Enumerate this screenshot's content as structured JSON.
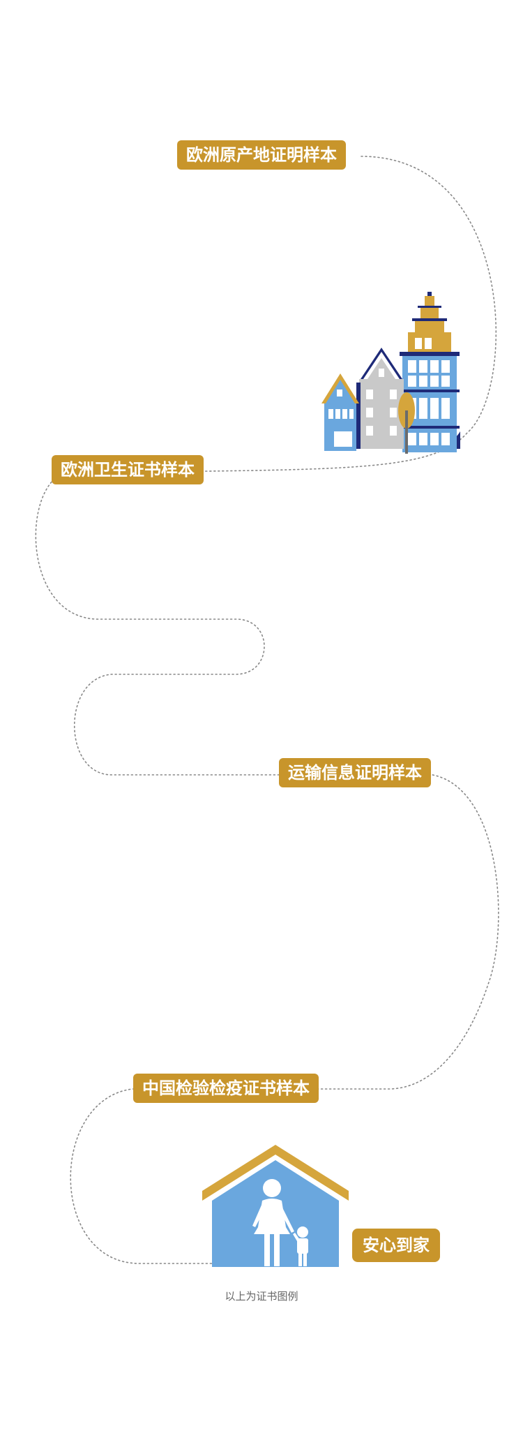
{
  "steps": [
    {
      "label": "欧洲原产地证明样本"
    },
    {
      "label": "欧洲卫生证书样本"
    },
    {
      "label": "运输信息证明样本"
    },
    {
      "label": "中国检验检疫证书样本"
    },
    {
      "label": "安心到家"
    }
  ],
  "caption": "以上为证书图例",
  "colors": {
    "tag_gold": "#c8952b",
    "house_blue": "#6aa7de",
    "house_navy": "#1e2a78",
    "house_gold": "#d5a53c",
    "path": "#888888"
  },
  "icons": [
    "european-town-icon",
    "home-family-icon"
  ]
}
